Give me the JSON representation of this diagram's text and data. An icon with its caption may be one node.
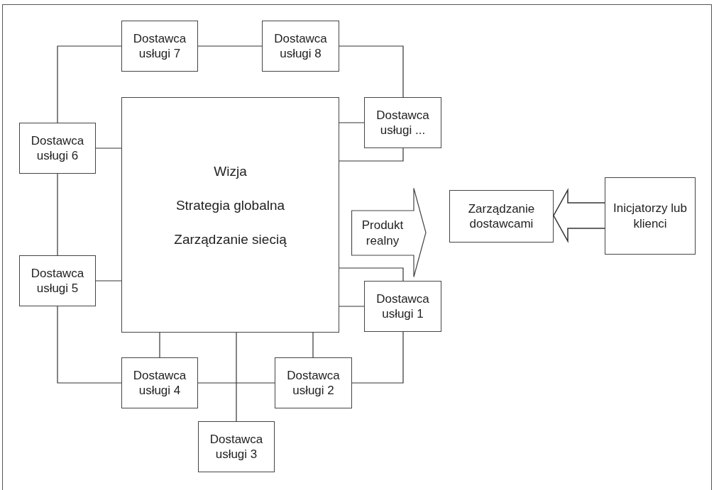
{
  "diagram": {
    "nodes": [
      {
        "text": [
          "Wizja",
          "Strategia globalna",
          "Zarządzanie siecią"
        ]
      },
      {
        "text": [
          "Dostawca usługi 7"
        ]
      },
      {
        "text": [
          "Dostawca usługi 8"
        ]
      },
      {
        "text": [
          "Dostawca usługi ..."
        ]
      },
      {
        "text": [
          "Dostawca usługi 6"
        ]
      },
      {
        "text": [
          "Dostawca usługi 5"
        ]
      },
      {
        "text": [
          "Dostawca usługi 1"
        ]
      },
      {
        "text": [
          "Dostawca usługi 4"
        ]
      },
      {
        "text": [
          "Dostawca usługi 2"
        ]
      },
      {
        "text": [
          "Dostawca usługi 3"
        ]
      },
      {
        "text": [
          "Produkt realny"
        ]
      },
      {
        "text": [
          "Zarządzanie dostawcami"
        ]
      },
      {
        "text": [
          "Inicjatorzy lub klienci"
        ]
      }
    ],
    "edges": [
      {
        "from": 4,
        "to": 0,
        "arrow": "none"
      },
      {
        "from": 4,
        "to": 1,
        "arrow": "none"
      },
      {
        "from": 1,
        "to": 2,
        "arrow": "none"
      },
      {
        "from": 2,
        "to": 3,
        "arrow": "none"
      },
      {
        "from": 0,
        "to": 3,
        "arrow": "none"
      },
      {
        "from": 3,
        "to": 0,
        "arrow": "none"
      },
      {
        "from": 4,
        "to": 5,
        "arrow": "none"
      },
      {
        "from": 5,
        "to": 0,
        "arrow": "none"
      },
      {
        "from": 5,
        "to": 7,
        "arrow": "none"
      },
      {
        "from": 0,
        "to": 7,
        "arrow": "none"
      },
      {
        "from": 7,
        "to": 8,
        "arrow": "none"
      },
      {
        "from": 0,
        "to": 9,
        "arrow": "none"
      },
      {
        "from": 0,
        "to": 8,
        "arrow": "none"
      },
      {
        "from": 8,
        "to": 6,
        "arrow": "none"
      },
      {
        "from": 0,
        "to": 6,
        "arrow": "none"
      },
      {
        "from": 0,
        "to": 6,
        "arrow": "none"
      },
      {
        "from": 12,
        "to": 11,
        "arrow": "to",
        "style": "thick"
      }
    ]
  }
}
